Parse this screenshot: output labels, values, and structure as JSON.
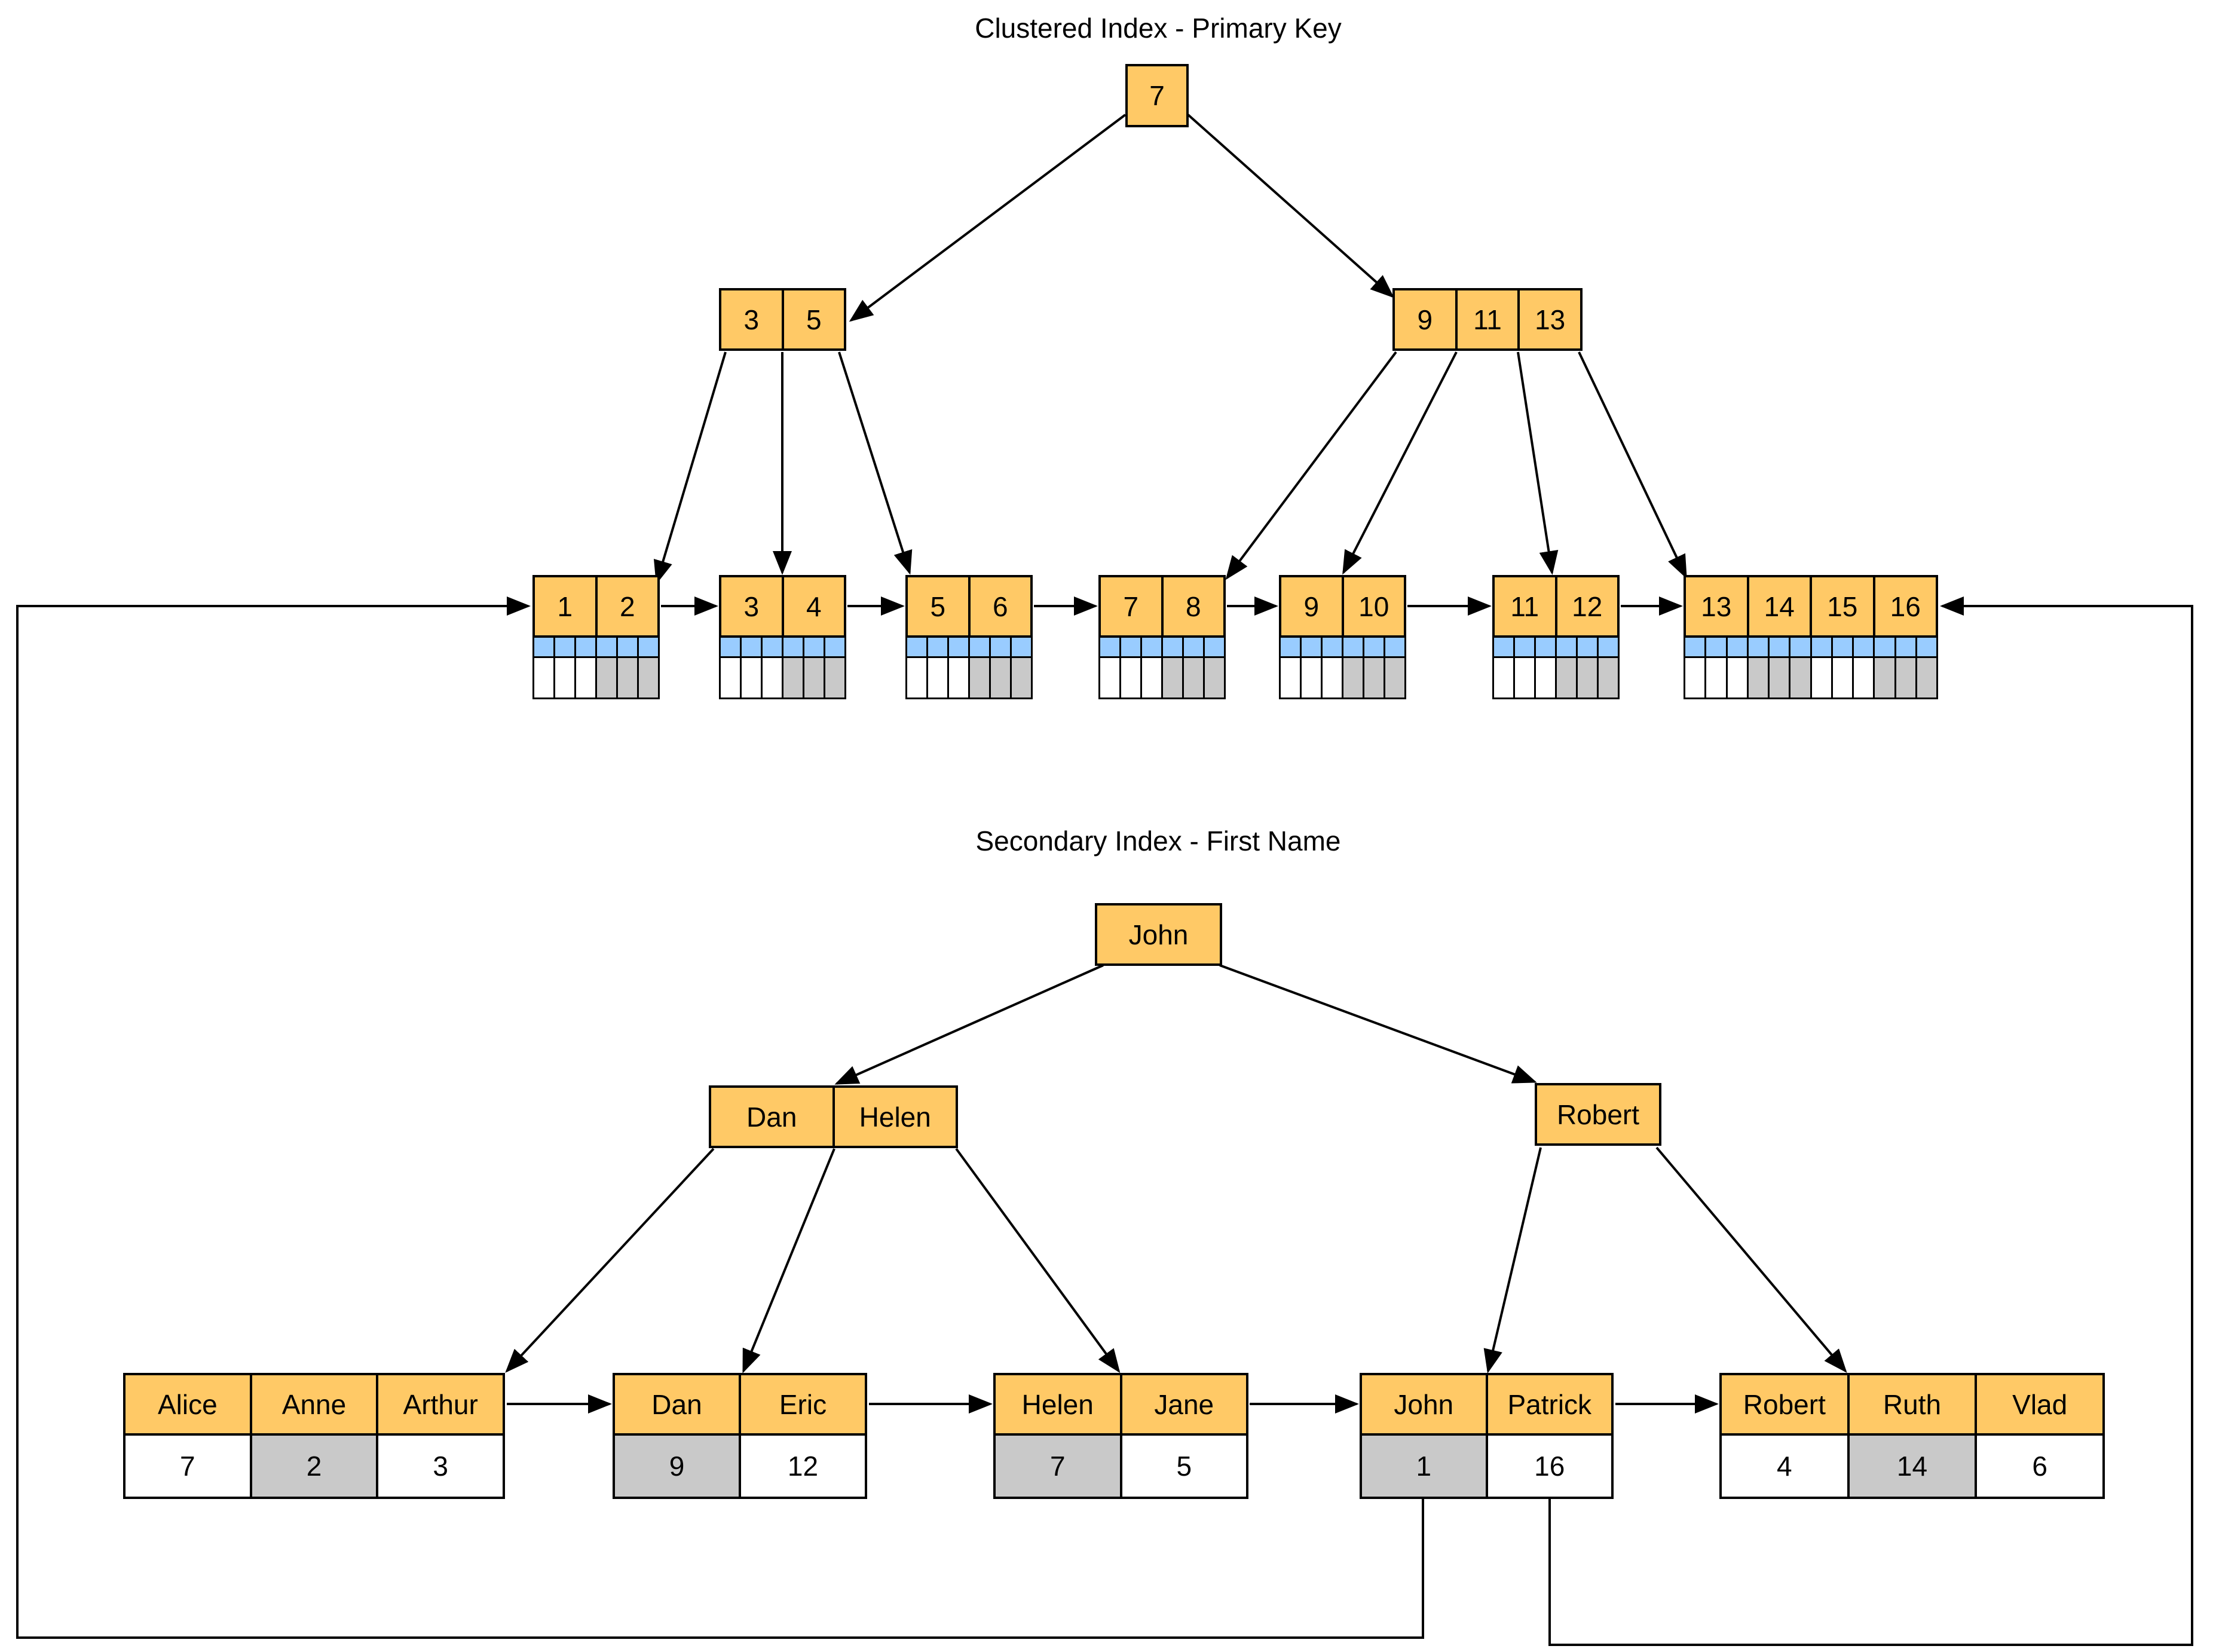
{
  "clustered": {
    "title": "Clustered Index - Primary Key",
    "root": {
      "keys": [
        "7"
      ]
    },
    "internal": [
      {
        "keys": [
          "3",
          "5"
        ]
      },
      {
        "keys": [
          "9",
          "11",
          "13"
        ]
      }
    ],
    "leaves": [
      {
        "keys": [
          "1",
          "2"
        ]
      },
      {
        "keys": [
          "3",
          "4"
        ]
      },
      {
        "keys": [
          "5",
          "6"
        ]
      },
      {
        "keys": [
          "7",
          "8"
        ]
      },
      {
        "keys": [
          "9",
          "10"
        ]
      },
      {
        "keys": [
          "11",
          "12"
        ]
      },
      {
        "keys": [
          "13",
          "14",
          "15",
          "16"
        ]
      }
    ]
  },
  "secondary": {
    "title": "Secondary Index - First Name",
    "root": {
      "keys": [
        "John"
      ]
    },
    "internal": [
      {
        "keys": [
          "Dan",
          "Helen"
        ]
      },
      {
        "keys": [
          "Robert"
        ]
      }
    ],
    "leaves": [
      {
        "names": [
          "Alice",
          "Anne",
          "Arthur"
        ],
        "values": [
          "7",
          "2",
          "3"
        ],
        "highlighted": [
          false,
          true,
          false
        ]
      },
      {
        "names": [
          "Dan",
          "Eric"
        ],
        "values": [
          "9",
          "12"
        ],
        "highlighted": [
          true,
          false
        ]
      },
      {
        "names": [
          "Helen",
          "Jane"
        ],
        "values": [
          "7",
          "5"
        ],
        "highlighted": [
          true,
          false
        ]
      },
      {
        "names": [
          "John",
          "Patrick"
        ],
        "values": [
          "1",
          "16"
        ],
        "highlighted": [
          true,
          false
        ]
      },
      {
        "names": [
          "Robert",
          "Ruth",
          "Vlad"
        ],
        "values": [
          "4",
          "14",
          "6"
        ],
        "highlighted": [
          false,
          true,
          false
        ]
      }
    ]
  },
  "colors": {
    "node_fill": "#FFC966",
    "pointer_fill": "#99CCFF",
    "highlight_fill": "#C9C9C9",
    "stroke": "#000000"
  }
}
